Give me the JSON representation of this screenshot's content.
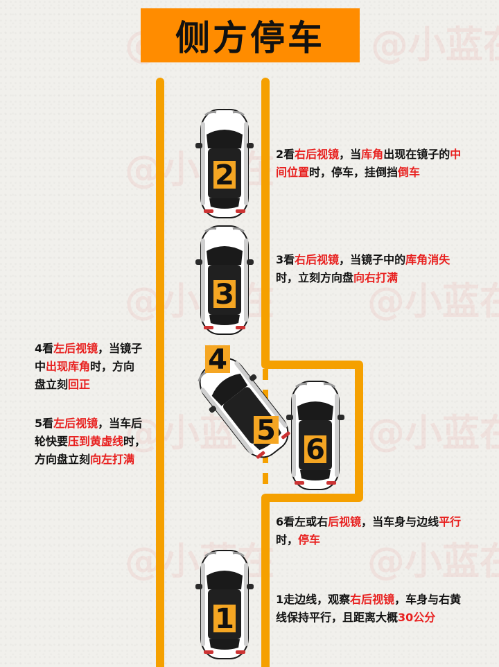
{
  "title": "侧方停车",
  "watermark": "@小蓝在",
  "colors": {
    "accent": "#ff8c00",
    "line": "#f5a000",
    "highlight": "#e8201f",
    "number_bg": "#f5a623"
  },
  "cars": [
    {
      "id": "car-2",
      "number": "2"
    },
    {
      "id": "car-3",
      "number": "3"
    },
    {
      "id": "car-4",
      "number": "4"
    },
    {
      "id": "car-5",
      "number": "5"
    },
    {
      "id": "car-6",
      "number": "6"
    },
    {
      "id": "car-1",
      "number": "1"
    }
  ],
  "notes": {
    "step2": {
      "a": "2看",
      "b": "右后视镜",
      "c": "，当",
      "d": "库角",
      "e": "出现在镜子的",
      "f": "中间位置",
      "g": "时，停车，挂倒挡",
      "h": "倒车"
    },
    "step3": {
      "a": "3看",
      "b": "右后视镜",
      "c": "，当镜子中的",
      "d": "库角",
      "e": "消失",
      "f": "时，立刻方向盘",
      "g": "向右打满"
    },
    "step4": {
      "a": "4看",
      "b": "左后视镜",
      "c": "，当镜子中",
      "d": "出现库角",
      "e": "时，方向盘立刻",
      "f": "回正"
    },
    "step5": {
      "a": "5看",
      "b": "左后视镜",
      "c": "，当车后轮快要",
      "d": "压到黄虚线",
      "e": "时，方向盘立刻",
      "f": "向左打满"
    },
    "step6": {
      "a": "6看左或右",
      "b": "后视镜",
      "c": "，当车身与边线",
      "d": "平行",
      "e": "时，",
      "f": "停车"
    },
    "step1": {
      "a": "1走边线，观察",
      "b": "右后视镜",
      "c": "，车身与右黄线保持平行，且距离大概",
      "d": "30公分"
    }
  }
}
